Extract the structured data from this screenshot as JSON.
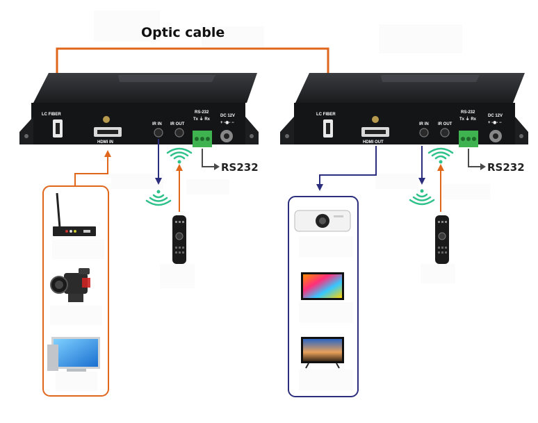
{
  "title": "Optic cable",
  "transmitter": {
    "ports": {
      "lc": "LC FIBER",
      "hdmi": "HDMI IN",
      "ir_in": "IR IN",
      "ir_out": "IR OUT",
      "rs232": "RS-232",
      "txrx": "Tx ⏚ Rx",
      "dc": "DC 12V",
      "dc_sym": "+ -◉- −"
    },
    "rs_label": "RS232"
  },
  "receiver": {
    "ports": {
      "lc": "LC FIBER",
      "hdmi": "HDMI OUT",
      "ir_in": "IR IN",
      "ir_out": "IR OUT",
      "rs232": "RS-232",
      "txrx": "Tx ⏚ Rx",
      "dc": "DC 12V",
      "dc_sym": "+ -◉- −"
    },
    "rs_label": "RS232"
  },
  "colors": {
    "orange": "#e0661b",
    "navy": "#2b2e7d",
    "green": "#2fc18a",
    "device": "#1b1c1e",
    "terminal": "#3fb34f"
  },
  "icons": {
    "sources": [
      "set-top-box-icon",
      "video-camera-icon",
      "desktop-monitor-icon"
    ],
    "displays": [
      "projector-icon",
      "led-tv-icon",
      "flat-tv-icon"
    ],
    "remotes": [
      "remote-control-icon",
      "remote-control-icon"
    ]
  }
}
